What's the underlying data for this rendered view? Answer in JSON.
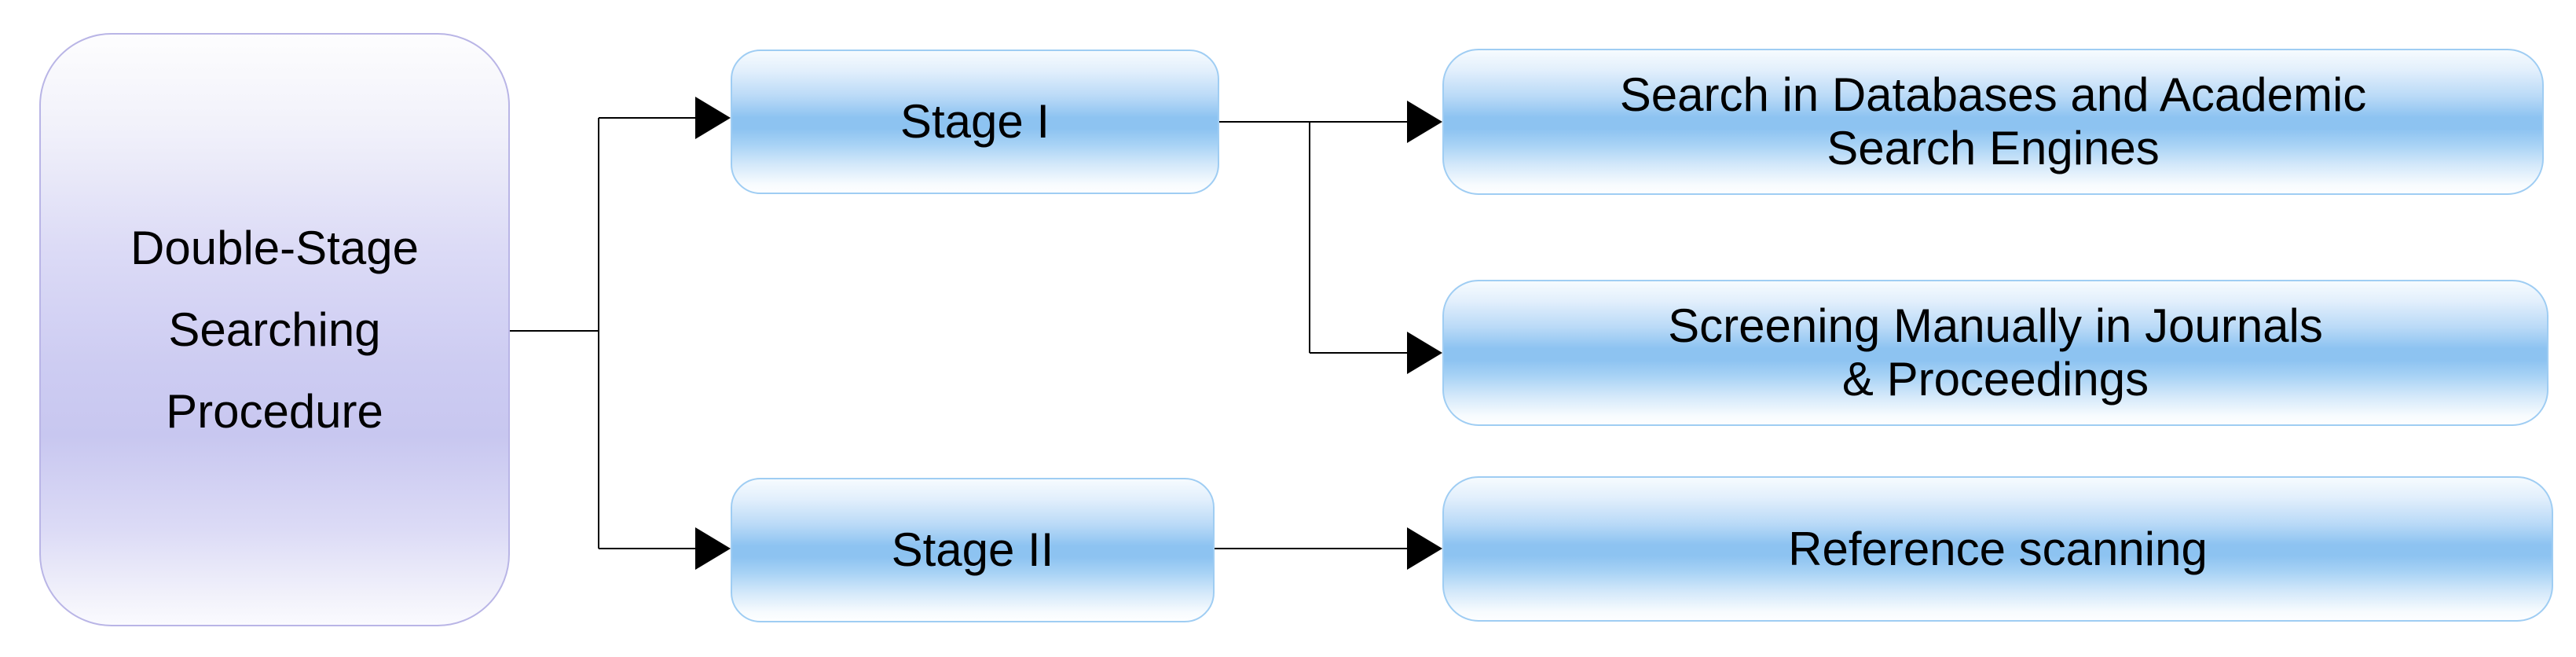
{
  "diagram": {
    "title": "Double-Stage Searching Procedure flowchart",
    "root": {
      "label_lines": [
        "Double-Stage",
        "Searching",
        "Procedure"
      ]
    },
    "stages": [
      {
        "label": "Stage I"
      },
      {
        "label": "Stage II"
      }
    ],
    "leaves": [
      {
        "label_lines": [
          "Search in Databases and Academic",
          "Search Engines"
        ]
      },
      {
        "label_lines": [
          "Screening Manually in Journals",
          "& Proceedings"
        ]
      },
      {
        "label_lines": [
          "Reference scanning"
        ]
      }
    ],
    "connections": [
      {
        "from": "Double-Stage Searching Procedure",
        "to": "Stage I"
      },
      {
        "from": "Double-Stage Searching Procedure",
        "to": "Stage II"
      },
      {
        "from": "Stage I",
        "to": "Search in Databases and Academic Search Engines"
      },
      {
        "from": "Stage I",
        "to": "Screening Manually in Journals & Proceedings"
      },
      {
        "from": "Stage II",
        "to": "Reference scanning"
      }
    ],
    "colors": {
      "background": "#ffffff",
      "root_fill_mid": "#c8c7f0",
      "root_border": "#b9b5e6",
      "stage_fill_mid": "#8dc3f1",
      "stage_border": "#9fcdf3",
      "connector": "#000000",
      "text": "#000000"
    }
  }
}
